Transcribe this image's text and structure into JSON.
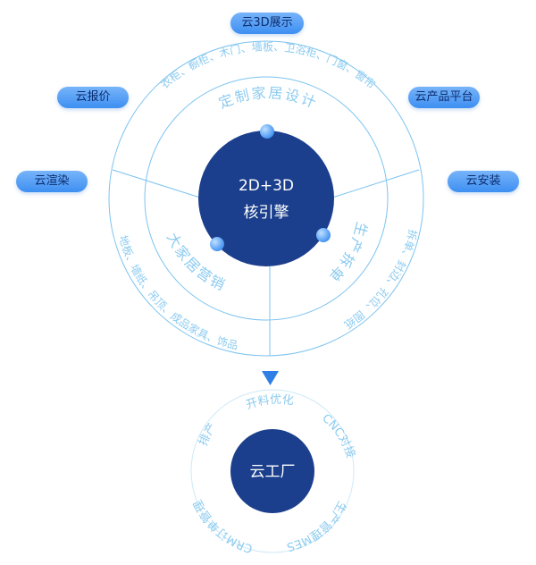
{
  "pills": {
    "top": "云3D展示",
    "left_upper": "云报价",
    "right_upper": "云产品平台",
    "left_lower": "云渲染",
    "right_lower": "云安装"
  },
  "core": {
    "line1": "2D+3D",
    "line2": "核引擎"
  },
  "inner_ring": {
    "design": "定制家居设计",
    "production": "生产拆单",
    "sales": "大家居营销"
  },
  "outer_ring": {
    "products": "衣柜、橱柜、木门、墙板、卫浴柜、门窗、窗帘",
    "production": "拆单、封边、孔位、图纸",
    "sales": "地板、墙纸、吊顶、成品家具、饰品"
  },
  "factory": {
    "center": "云工厂",
    "top": "开料优化",
    "right_upper": "CNC对接",
    "right_lower": "生产管理MES",
    "bottom": "CRM订单管理",
    "left": "排产"
  },
  "colors": {
    "core_fill": "#1b3f8c",
    "ring_line": "#7cc3ef",
    "label_text": "#8ccbf0",
    "pill_top": "#77b4f9",
    "pill_bottom": "#3d8ff2",
    "arrow": "#2f7fe6"
  }
}
